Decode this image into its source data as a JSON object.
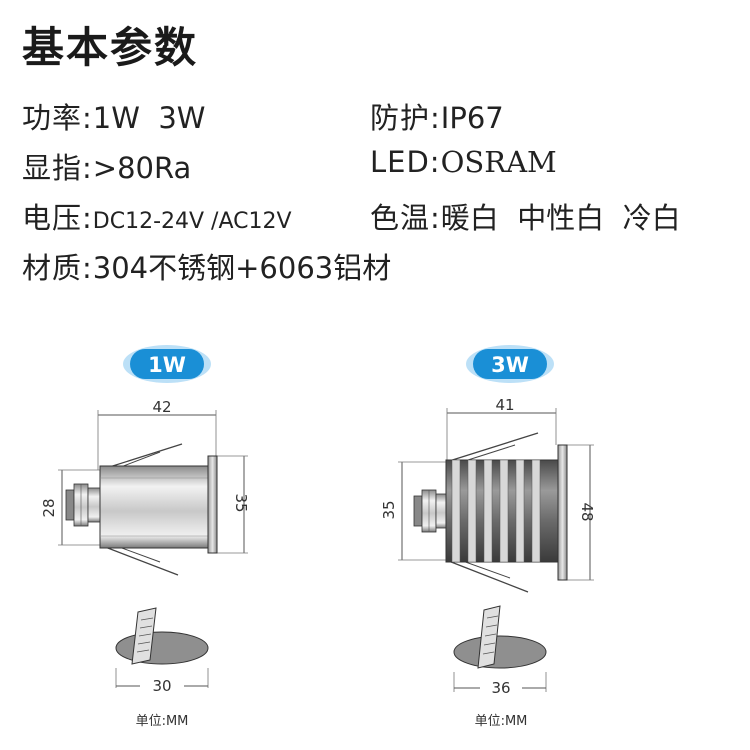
{
  "title": "基本参数",
  "specs": {
    "power": {
      "label": "功率:",
      "value": "1W  3W"
    },
    "protection": {
      "label": "防护:",
      "value": "IP67"
    },
    "cri": {
      "label": "显指:",
      "value": ">80Ra"
    },
    "led": {
      "label": "LED:",
      "value": "OSRAM"
    },
    "voltage": {
      "label": "电压:",
      "value": "DC12-24V /AC12V"
    },
    "color_temp": {
      "label": "色温:",
      "value": "暖白  中性白  冷白"
    },
    "material": {
      "label": "材质:",
      "value": "304不锈钢+6063铝材"
    }
  },
  "models": [
    {
      "badge": "1W",
      "width": "42",
      "height_left": "28",
      "height_right": "35",
      "cutout": "30",
      "unit": "单位:MM"
    },
    {
      "badge": "3W",
      "width": "41",
      "height_left": "35",
      "height_right": "48",
      "cutout": "36",
      "unit": "单位:MM"
    }
  ],
  "colors": {
    "badge": "#1a8fd6",
    "badge_glow": "#9fd3f3",
    "line": "#555555"
  }
}
